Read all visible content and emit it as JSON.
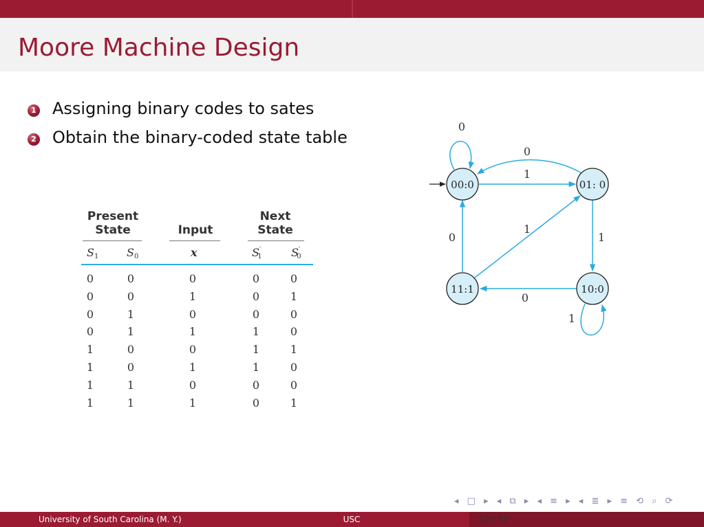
{
  "slide": {
    "title": "Moore Machine Design",
    "bullets": [
      {
        "num": "1",
        "text": "Assigning binary codes to sates"
      },
      {
        "num": "2",
        "text": "Obtain the binary-coded state table"
      }
    ]
  },
  "table": {
    "headers": {
      "present_line1": "Present",
      "present_line2": "State",
      "input": "Input",
      "next_line1": "Next",
      "next_line2": "State"
    },
    "sub_headers": {
      "s1": "S",
      "s1_sub": "1",
      "s0": "S",
      "s0_sub": "0",
      "x": "x",
      "ns1": "S",
      "ns1_sub": "1",
      "ns0": "S",
      "ns0_sub": "0",
      "prime": "′"
    },
    "rows": [
      [
        "0",
        "0",
        "0",
        "0",
        "0"
      ],
      [
        "0",
        "0",
        "1",
        "0",
        "1"
      ],
      [
        "0",
        "1",
        "0",
        "0",
        "0"
      ],
      [
        "0",
        "1",
        "1",
        "1",
        "0"
      ],
      [
        "1",
        "0",
        "0",
        "1",
        "1"
      ],
      [
        "1",
        "0",
        "1",
        "1",
        "0"
      ],
      [
        "1",
        "1",
        "0",
        "0",
        "0"
      ],
      [
        "1",
        "1",
        "1",
        "0",
        "1"
      ]
    ]
  },
  "diagram": {
    "states": {
      "s00": "00:0",
      "s01": "01: 0",
      "s11": "11:1",
      "s10": "10:0"
    },
    "edge_labels": {
      "self00": "0",
      "e01_00": "0",
      "e00_01": "1",
      "e11_00": "0",
      "e11_01": "1",
      "e01_10": "1",
      "e10_11": "0",
      "self10": "1"
    },
    "color": "#29abe2"
  },
  "footer": {
    "left": "University of South Carolina (M. Y.)",
    "center": "USC",
    "page": "13 / 32"
  },
  "nav": {
    "symbols": "◂ □ ▸ ◂ ⧉ ▸ ◂ ≡ ▸ ◂ ≣ ▸ ≡ ⟲ ⌕ ⟳"
  }
}
